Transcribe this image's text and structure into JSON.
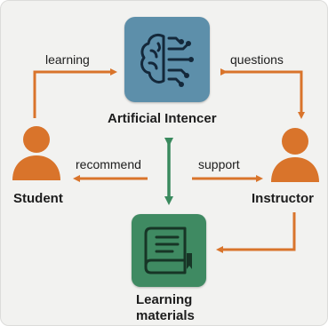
{
  "nodes": {
    "ai": {
      "label": "Artificial Intencer",
      "icon": "brain-circuit-icon",
      "color": "#5d8faa"
    },
    "student": {
      "label": "Student",
      "icon": "person-icon",
      "color": "#d9742b"
    },
    "instructor": {
      "label": "Instructor",
      "icon": "person-icon",
      "color": "#d9742b"
    },
    "materials": {
      "label_line1": "Learning",
      "label_line2": "materials",
      "icon": "book-icon",
      "color": "#3f8a62"
    }
  },
  "edges": {
    "learning": "learning",
    "questions": "questions",
    "recommend": "recommend",
    "support": "support"
  },
  "colors": {
    "arrow_orange": "#d9742b",
    "arrow_green": "#3a8a5e",
    "background": "#f2f2f0"
  }
}
